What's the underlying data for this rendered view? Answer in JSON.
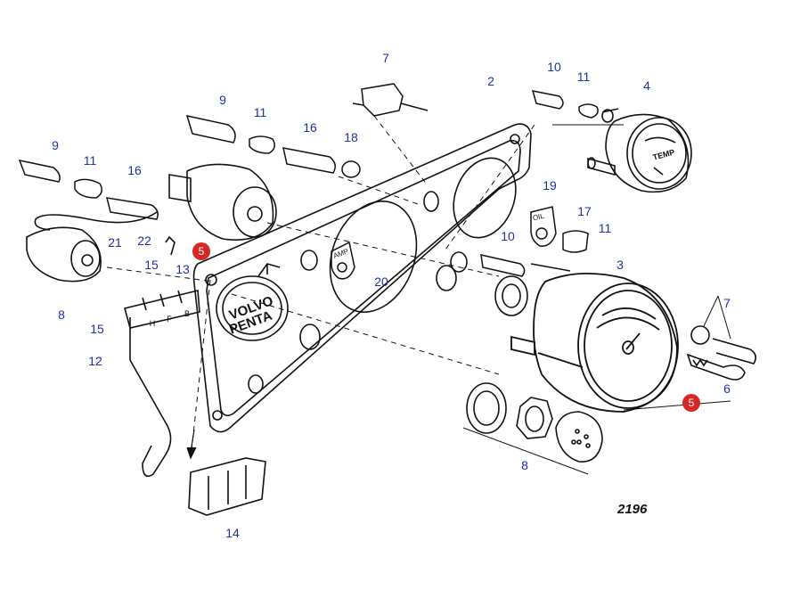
{
  "figure_number": "2196",
  "colors": {
    "label": "#1f2fa8",
    "callout": "#d62828",
    "line": "#111111"
  },
  "panel_markings": {
    "brand_line1": "VOLVO",
    "brand_line2": "PENTA",
    "oil_tag": "OIL",
    "amp_tag": "AMP",
    "gauge_text": "TEMP"
  },
  "terminal_letters": [
    "H",
    "F",
    "B"
  ],
  "labels": {
    "p2": "2",
    "p3": "3",
    "p4": "4",
    "p6": "6",
    "p7a": "7",
    "p7b": "7",
    "p8a": "8",
    "p8b": "8",
    "p9a": "9",
    "p9b": "9",
    "p10a": "10",
    "p10b": "10",
    "p11a": "11",
    "p11b": "11",
    "p11c": "11",
    "p11d": "11",
    "p12": "12",
    "p13": "13",
    "p14": "14",
    "p15a": "15",
    "p15b": "15",
    "p16a": "16",
    "p16b": "16",
    "p17": "17",
    "p18": "18",
    "p19": "19",
    "p20": "20",
    "p21": "21",
    "p22": "22"
  },
  "callouts": {
    "c1": "5",
    "c2": "5"
  }
}
